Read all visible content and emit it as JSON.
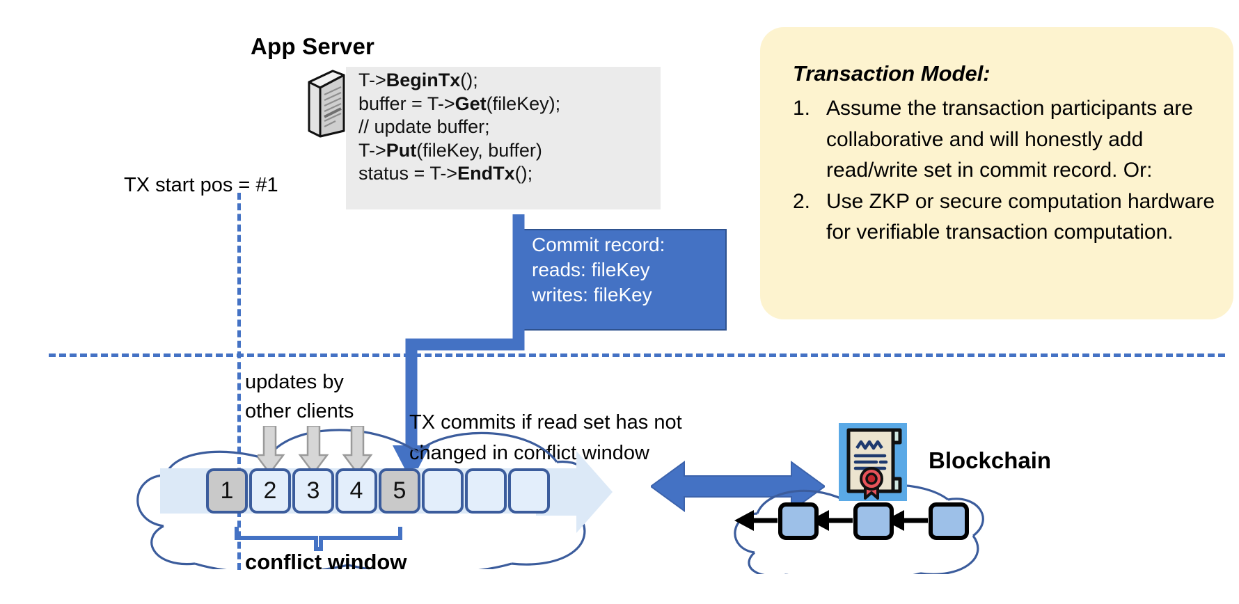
{
  "app_server": {
    "title": "App Server",
    "icon": "server-icon",
    "code_lines": [
      {
        "plain1": "T->",
        "bold": "BeginTx",
        "plain2": "();"
      },
      {
        "plain1": "buffer = T->",
        "bold": "Get",
        "plain2": "(fileKey);"
      },
      {
        "plain1": "// update buffer;",
        "bold": "",
        "plain2": ""
      },
      {
        "plain1": "T->",
        "bold": "Put",
        "plain2": "(fileKey, buffer)"
      },
      {
        "plain1": "status = T->",
        "bold": "EndTx",
        "plain2": "();"
      }
    ]
  },
  "commit_record": {
    "title": "Commit record:",
    "reads": "reads: fileKey",
    "writes": "writes: fileKey",
    "color": "#4472C4",
    "text_color": "#FFFFFF"
  },
  "transaction_model": {
    "title": "Transaction Model:",
    "background": "#FDF3CF",
    "items": [
      {
        "num": "1.",
        "text": "Assume the transaction participants are collaborative and will honestly add read/write set in commit record.  Or:"
      },
      {
        "num": "2.",
        "text": "Use ZKP or secure computation hardware for verifiable transaction computation."
      }
    ]
  },
  "log": {
    "tx_start_label": "TX start pos = #1",
    "updates_label": "updates by\nother clients",
    "updates_label_line1": "updates by",
    "updates_label_line2": "other clients",
    "commit_condition_line1": "TX commits if read set has not",
    "commit_condition_line2": "changed in conflict window",
    "conflict_window_label": "conflict window",
    "cells": [
      {
        "label": "1",
        "state": "gray"
      },
      {
        "label": "2",
        "state": "light"
      },
      {
        "label": "3",
        "state": "light"
      },
      {
        "label": "4",
        "state": "light"
      },
      {
        "label": "5",
        "state": "gray"
      },
      {
        "label": "",
        "state": "light"
      },
      {
        "label": "",
        "state": "light"
      },
      {
        "label": "",
        "state": "light"
      }
    ],
    "cell_border_color": "#3B5C9C",
    "band_color": "#DCE9F7",
    "gray_arrow_count": 3
  },
  "blockchain": {
    "title": "Blockchain",
    "icon": "certificate-icon",
    "block_count": 3,
    "block_color": "#9DC0E8",
    "arrow_color": "#4472C4"
  },
  "colors": {
    "accent_blue": "#4472C4",
    "dash_blue": "#4472C4",
    "code_bg": "#EBEBEB",
    "callout_bg": "#FDF3CF",
    "cell_gray": "#C9C9C9",
    "cell_light": "#E3EEFB"
  }
}
